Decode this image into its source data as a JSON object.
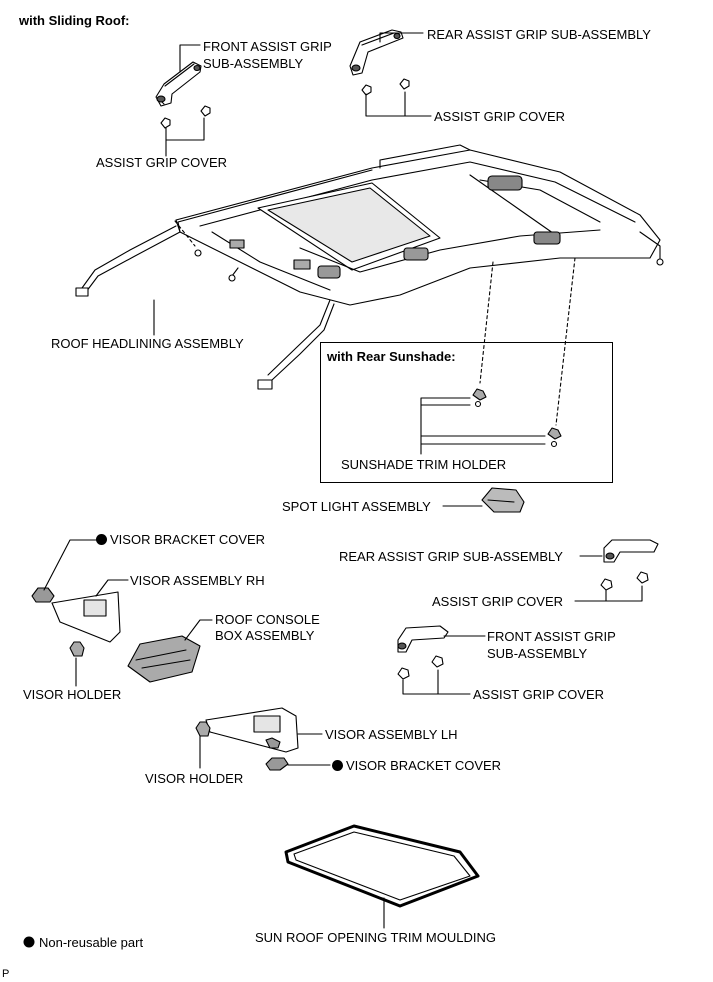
{
  "diagram": {
    "heading": "with Sliding Roof:",
    "inset_heading": "with Rear Sunshade:",
    "legend_text": "Non-reusable part",
    "corner_mark": "P",
    "labels": {
      "front_grip_top_1": "FRONT ASSIST GRIP",
      "front_grip_top_2": "SUB-ASSEMBLY",
      "rear_grip_top": "REAR ASSIST GRIP SUB-ASSEMBLY",
      "cover_top_right": "ASSIST GRIP COVER",
      "cover_top_left": "ASSIST GRIP COVER",
      "headlining": "ROOF HEADLINING ASSEMBLY",
      "sunshade_holder": "SUNSHADE TRIM HOLDER",
      "spot_light": "SPOT LIGHT ASSEMBLY",
      "visor_bracket_cover_top": "VISOR BRACKET COVER",
      "visor_rh": "VISOR ASSEMBLY RH",
      "console_1": "ROOF CONSOLE",
      "console_2": "BOX ASSEMBLY",
      "visor_holder_left": "VISOR HOLDER",
      "rear_grip_mid": "REAR ASSIST GRIP SUB-ASSEMBLY",
      "cover_mid_1": "ASSIST GRIP COVER",
      "front_grip_mid_1": "FRONT ASSIST GRIP",
      "front_grip_mid_2": "SUB-ASSEMBLY",
      "cover_mid_2": "ASSIST GRIP COVER",
      "visor_lh": "VISOR ASSEMBLY LH",
      "visor_holder_center": "VISOR HOLDER",
      "visor_bracket_cover_bottom": "VISOR BRACKET COVER",
      "sunroof_moulding": "SUN ROOF OPENING TRIM MOULDING"
    }
  }
}
